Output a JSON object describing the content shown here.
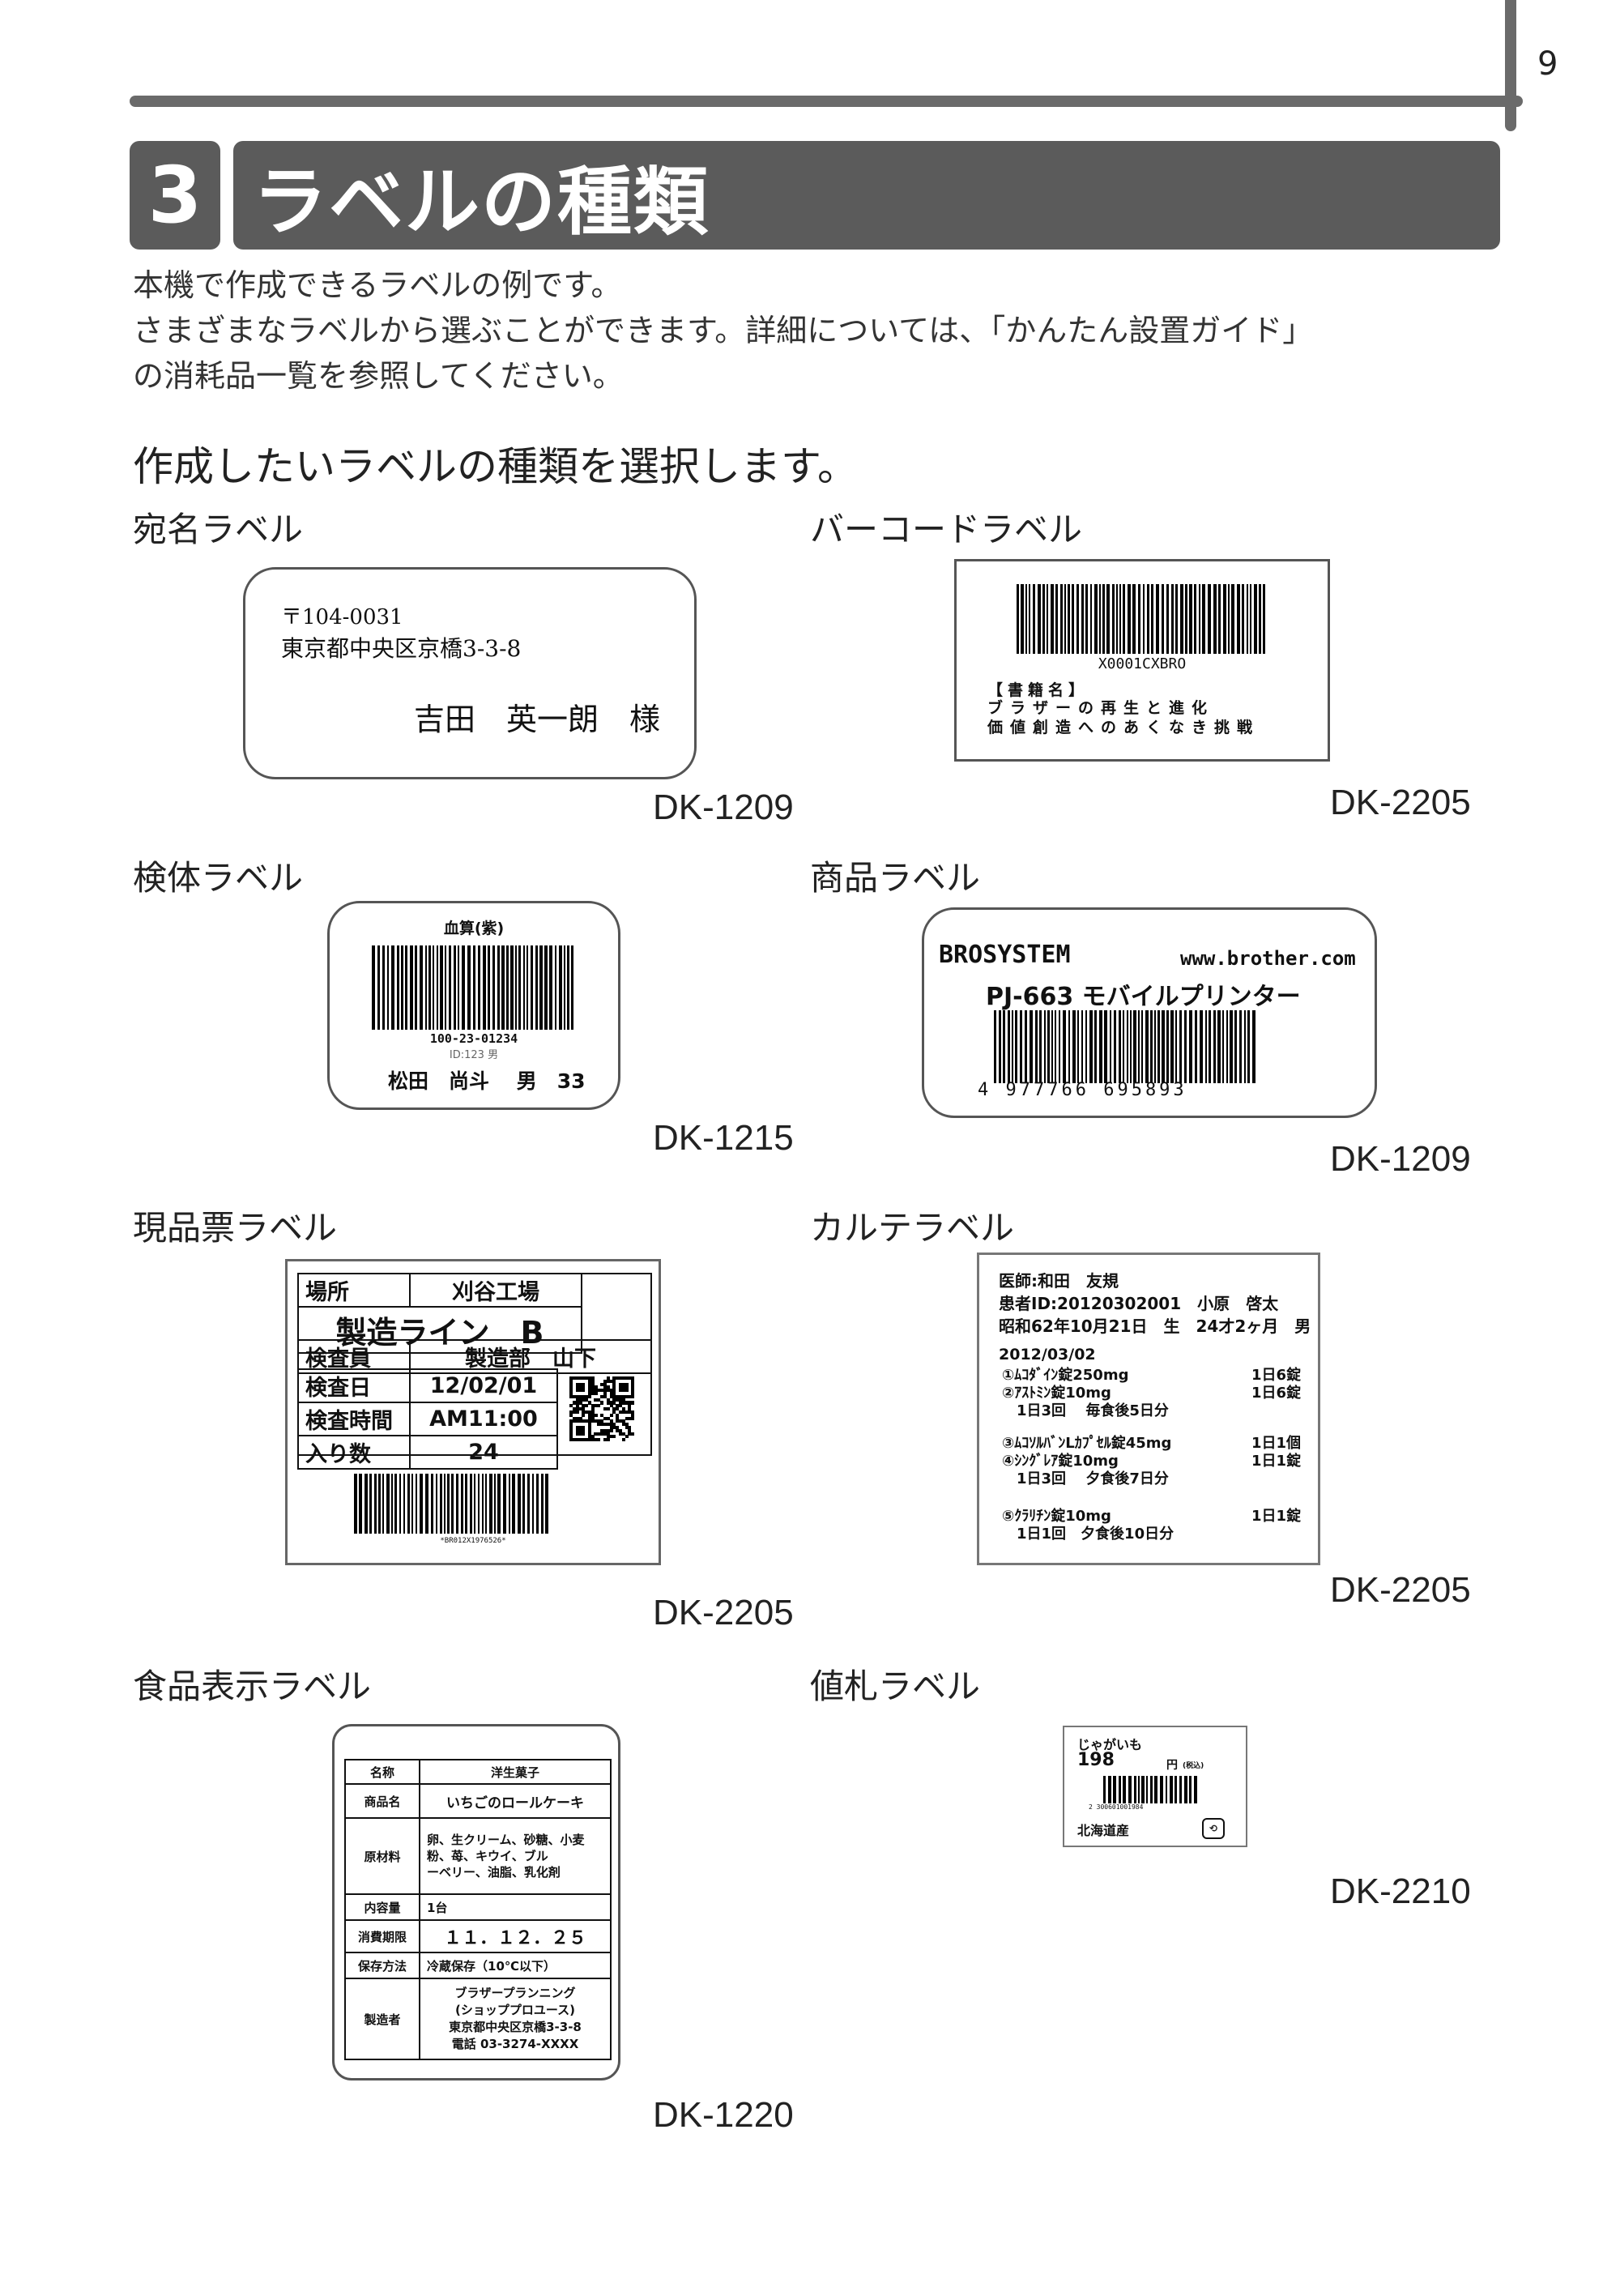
{
  "page": {
    "number": "9"
  },
  "section": {
    "number": "3",
    "title": "ラベルの種類"
  },
  "intro": {
    "line1": "本機で作成できるラベルの例です。",
    "line2": "さまざまなラベルから選ぶことができます。詳細については、「かんたん設置ガイド」",
    "line3": "の消耗品一覧を参照してください。"
  },
  "lead": "作成したいラベルの種類を選択します。",
  "labels": {
    "address": {
      "caption": "宛名ラベル",
      "code": "DK-1209",
      "postal": "〒104-0031",
      "address": "東京都中央区京橋3-3-8",
      "name": "吉田　英一朗　様"
    },
    "barcode": {
      "caption": "バーコードラベル",
      "code": "DK-2205",
      "barcode_text": "X0001CXBRO",
      "book_heading": "【書籍名】",
      "line1": "ブラザーの再生と進化",
      "line2": "価値創造へのあくなき挑戦"
    },
    "specimen": {
      "caption": "検体ラベル",
      "code": "DK-1215",
      "header": "血算(紫)",
      "number": "100-23-01234",
      "id": "ID:123 男",
      "patient": "松田　尚斗　 男　33"
    },
    "product": {
      "caption": "商品ラベル",
      "code": "DK-1209",
      "brand": "BROSYSTEM",
      "url": "www.brother.com",
      "model": "PJ-663 モバイルプリンター",
      "digits": "4  977766  695893"
    },
    "goods": {
      "caption": "現品票ラベル",
      "code": "DK-2205",
      "rows": [
        {
          "key": "場所",
          "value": "刈谷工場"
        },
        {
          "value": "製造ライン　B"
        },
        {
          "key": "検査員",
          "value": "製造部　山下"
        },
        {
          "key": "検査日",
          "value": "12/02/01"
        },
        {
          "key": "検査時間",
          "value": "AM11:00"
        },
        {
          "key": "入り数",
          "value": "24"
        }
      ],
      "barcode_text": "*BR012X1976526*"
    },
    "chart": {
      "caption": "カルテラベル",
      "code": "DK-2205",
      "doctor": "医師:和田　友規",
      "patient": "患者ID:20120302001　小原　啓太",
      "birth": "昭和62年10月21日　生　24才2ヶ月　男",
      "date": "2012/03/02",
      "meds": [
        {
          "name": "①ﾑｺﾀﾞｲﾝ錠250mg",
          "qty": "1日6錠"
        },
        {
          "name": "②ｱｽﾄﾐﾝ錠10mg",
          "qty": "1日6錠"
        },
        {
          "name": "　1日3回　 毎食後5日分",
          "qty": ""
        },
        {
          "name": "③ﾑｺｿﾙﾊﾞﾝLｶﾌﾟｾﾙ錠45mg",
          "qty": "1日1個"
        },
        {
          "name": "④ｼﾝｸﾞﾚｱ錠10mg",
          "qty": "1日1錠"
        },
        {
          "name": "　1日3回　 夕食後7日分",
          "qty": ""
        },
        {
          "name": "⑤ｸﾗﾘﾁﾝ錠10mg",
          "qty": "1日1錠"
        },
        {
          "name": "　1日1回　夕食後10日分",
          "qty": ""
        }
      ]
    },
    "food": {
      "caption": "食品表示ラベル",
      "code": "DK-1220",
      "rows": [
        {
          "key": "名称",
          "value": "洋生菓子"
        },
        {
          "key": "商品名",
          "value": "いちごのロールケーキ"
        },
        {
          "key": "原材料",
          "value": "卵、生クリーム、砂糖、小麦粉、苺、キウイ、ブル\n ーベリー、油脂、乳化剤"
        },
        {
          "key": "内容量",
          "value": "1台"
        },
        {
          "key": "消費期限",
          "value": "１１．１２．２５"
        },
        {
          "key": "保存方法",
          "value": "冷蔵保存（10℃以下）"
        },
        {
          "key": "製造者",
          "value": "ブラザープランニング\n(ショッププロユース)\n東京都中央区京橋3-3-8\n電話 03-3274-XXXX"
        }
      ]
    },
    "price": {
      "caption": "値札ラベル",
      "code": "DK-2210",
      "item": "じゃがいも",
      "price": "198",
      "unit": "円",
      "tax": "(税込)",
      "barcode_text": "2 300601001984",
      "origin": "北海道産"
    }
  }
}
